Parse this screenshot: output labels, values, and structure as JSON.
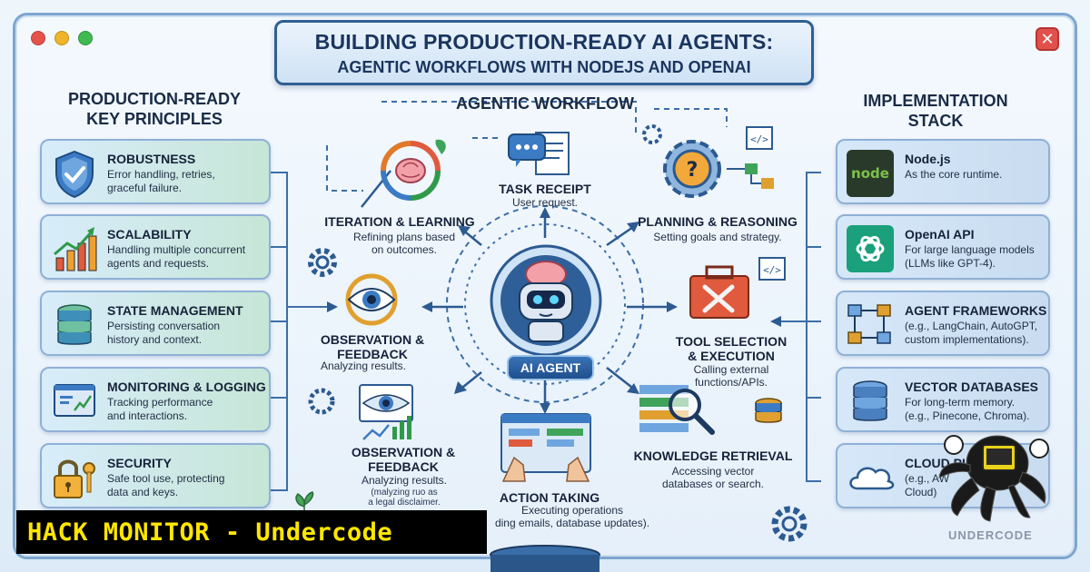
{
  "title": {
    "line1": "BUILDING PRODUCTION-READY AI AGENTS:",
    "line2": "AGENTIC WORKFLOWS WITH NODEJS AND OPENAI"
  },
  "left": {
    "heading": "PRODUCTION-READY\nKEY PRINCIPLES",
    "cards": [
      {
        "title": "ROBUSTNESS",
        "desc": "Error handling, retries,\ngraceful failure.",
        "icon": "shield-check-icon"
      },
      {
        "title": "SCALABILITY",
        "desc": "Handling multiple concurrent\nagents and requests.",
        "icon": "bar-chart-icon"
      },
      {
        "title": "STATE MANAGEMENT",
        "desc": "Persisting conversation\nhistory and context.",
        "icon": "database-icon"
      },
      {
        "title": "MONITORING & LOGGING",
        "desc": "Tracking performance\nand interactions.",
        "icon": "monitor-chart-icon"
      },
      {
        "title": "SECURITY",
        "desc": "Safe tool use, protecting\ndata and keys.",
        "icon": "lock-key-icon"
      }
    ]
  },
  "workflow": {
    "heading": "AGENTIC WORKFLOW",
    "agent_label": "AI AGENT",
    "nodes": {
      "task_receipt": {
        "title": "TASK RECEIPT",
        "desc": "User request."
      },
      "iteration": {
        "title": "ITERATION & LEARNING",
        "desc": "Refining plans based\non outcomes."
      },
      "planning": {
        "title": "PLANNING & REASONING",
        "desc": "Setting goals and strategy."
      },
      "observation": {
        "title": "OBSERVATION &\nFEEDBACK",
        "desc": "Analyzing results."
      },
      "tool_selection": {
        "title": "TOOL SELECTION\n& EXECUTION",
        "desc": "Calling external\nfunctions/APIs."
      },
      "observation2": {
        "title": "OBSERVATION &\nFEEDBACK",
        "desc": "Analyzing results.",
        "note": "(malyzing ruo as\na legal disclaimer."
      },
      "knowledge": {
        "title": "KNOWLEDGE RETRIEVAL",
        "desc": "Accessing vector\ndatabases or search."
      },
      "action": {
        "title": "ACTION TAKING",
        "desc": "Executing operations\nding emails, database updates)."
      }
    }
  },
  "right": {
    "heading": "IMPLEMENTATION\nSTACK",
    "cards": [
      {
        "title": "Node.js",
        "desc": "As the core runtime.",
        "icon": "nodejs-icon",
        "icon_text": "node"
      },
      {
        "title": "OpenAI API",
        "desc": "For large language models\n(LLMs like GPT-4).",
        "icon": "openai-icon"
      },
      {
        "title": "AGENT FRAMEWORKS",
        "desc": "(e.g., LangChain, AutoGPT,\ncustom implementations).",
        "icon": "flowchart-icon"
      },
      {
        "title": "VECTOR DATABASES",
        "desc": "For long-term memory.\n(e.g., Pinecone, Chroma).",
        "icon": "database-icon"
      },
      {
        "title": "CLOUD PL",
        "desc": "(e.g., AW\nCloud)",
        "icon": "cloud-icon"
      }
    ]
  },
  "banner": {
    "text": "HACK MONITOR - Undercode"
  },
  "watermark": {
    "text": "UNDERCODE"
  },
  "colors": {
    "accent": "#2f5f93",
    "card_green": "#c6e6d6",
    "card_blue": "#d6e8f8",
    "banner_yellow": "#ffe600",
    "close_red": "#e2504c"
  }
}
